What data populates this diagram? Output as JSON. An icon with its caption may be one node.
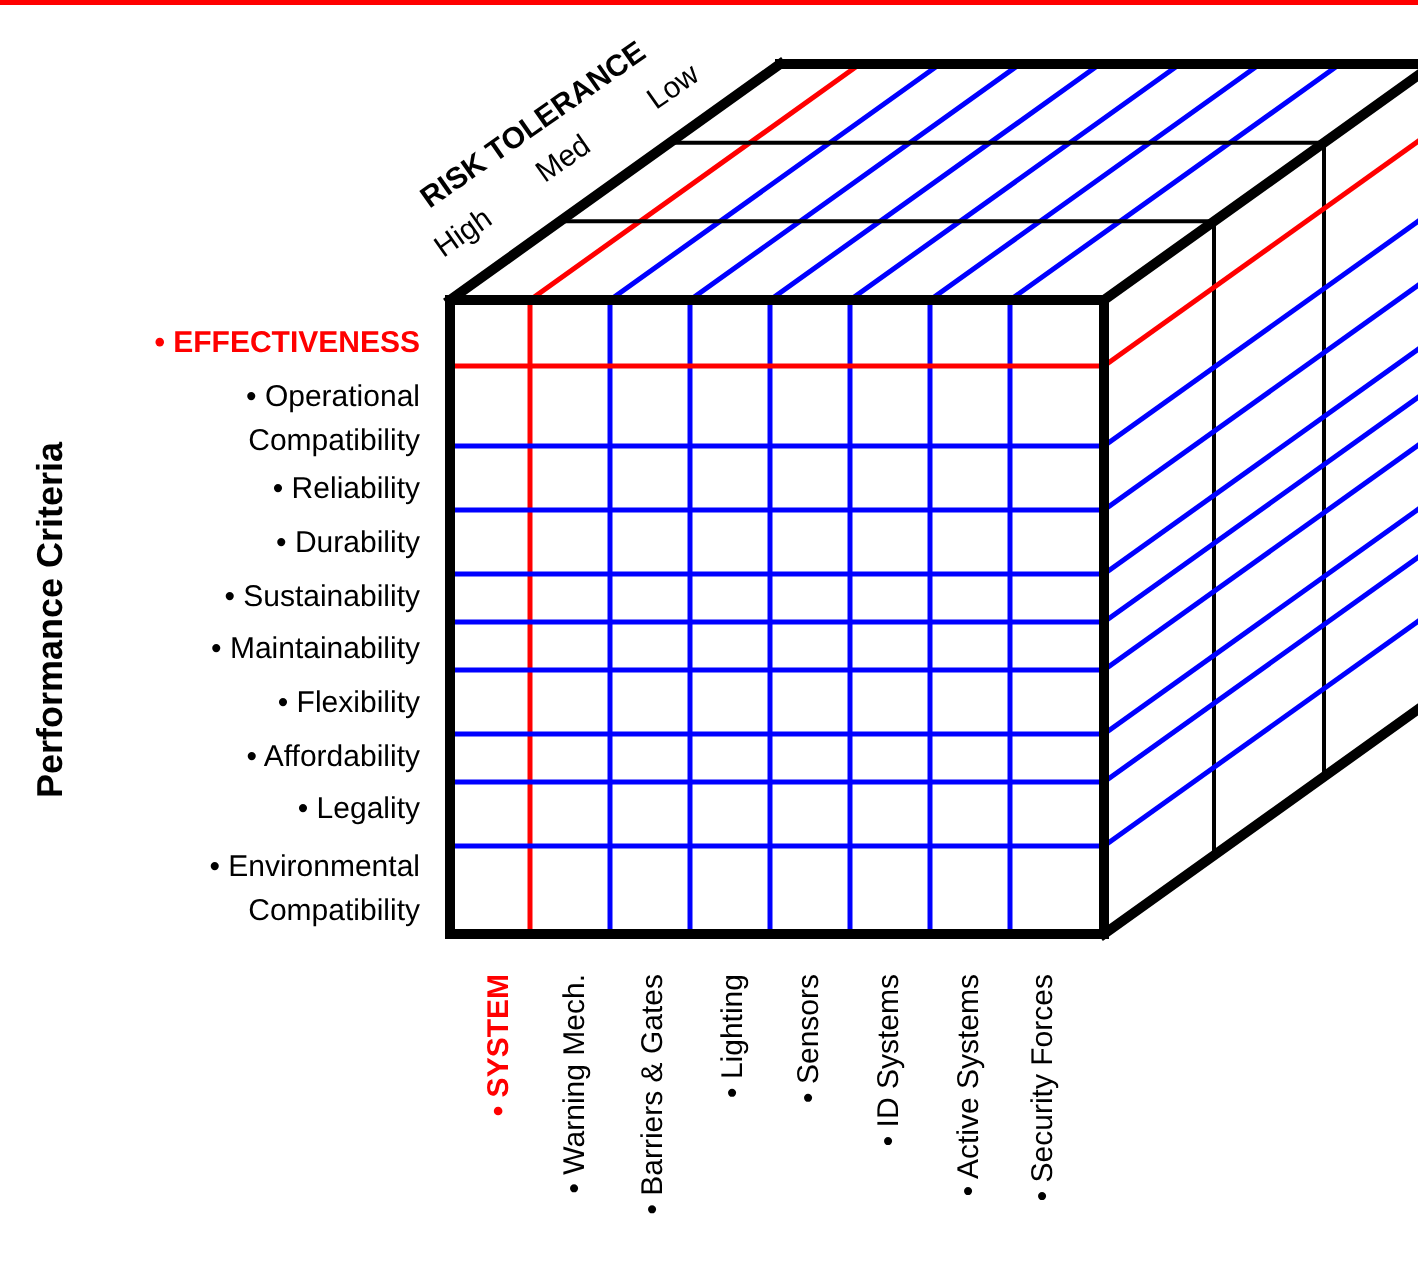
{
  "diagram": {
    "labels": [
      "RISK TOLERANCE",
      "High",
      "Med",
      "Low",
      "Performance Criteria",
      "• EFFECTIVENESS",
      "• Operational Compatibility",
      "• Reliability",
      "• Durability",
      "• Sustainability",
      "• Maintainability",
      "• Flexibility",
      "• Affordability",
      "• Legality",
      "• Environmental Compatibility",
      "• SYSTEM",
      "• Warning Mech.",
      "• Barriers & Gates",
      "• Lighting",
      "• Sensors",
      "• ID Systems",
      "• Active Systems",
      "• Security Forces"
    ]
  }
}
